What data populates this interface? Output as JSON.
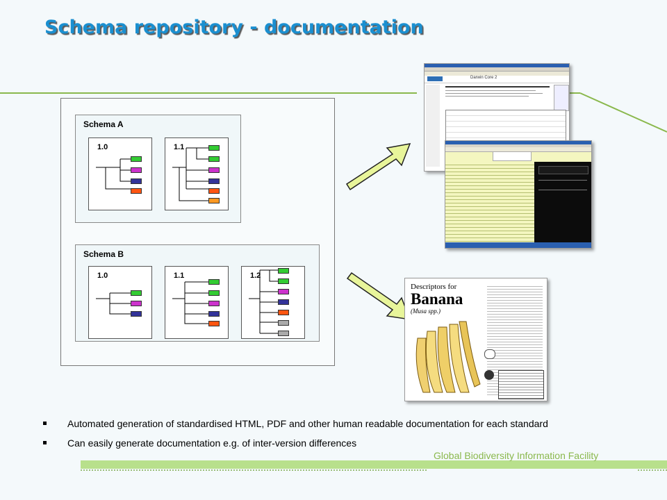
{
  "slide": {
    "title": "Schema repository - documentation",
    "footer": "Global Biodiversity Information Facility"
  },
  "diagram": {
    "schema_a": {
      "label": "Schema A",
      "versions": [
        "1.0",
        "1.1"
      ]
    },
    "schema_b": {
      "label": "Schema B",
      "versions": [
        "1.0",
        "1.1",
        "1.2"
      ]
    }
  },
  "thumbnails": {
    "browser_1": {
      "header_text": "Darwin Core 2"
    },
    "pdf": {
      "title": "Descriptors for",
      "subject": "Banana",
      "latin": "(Musa spp.)"
    }
  },
  "bullets": [
    "Automated generation of standardised HTML, PDF and other human readable documentation for each standard",
    "Can easily generate documentation e.g. of inter-version differences"
  ],
  "colors": {
    "title": "#1a8fd0",
    "accent_green": "#8ab84c",
    "arrow_fill": "#e8f59a"
  }
}
